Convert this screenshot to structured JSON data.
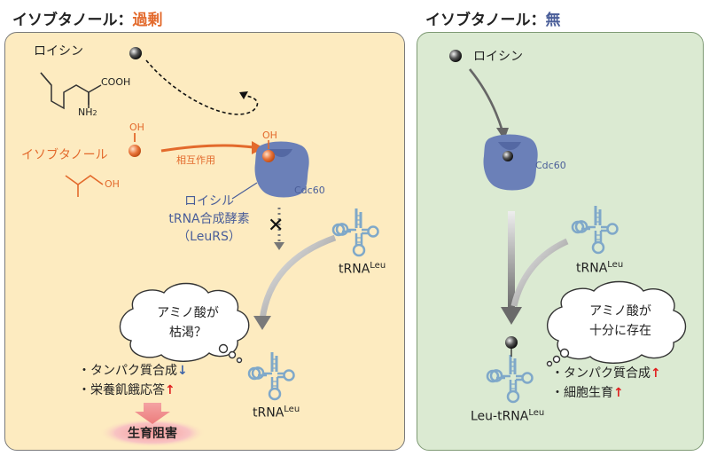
{
  "titles": {
    "left_prefix": "イソブタノール：",
    "left_state": "過剰",
    "right_prefix": "イソブタノール：",
    "right_state": "無"
  },
  "left": {
    "leucine_label": "ロイシン",
    "cooh": "COOH",
    "nh2": "NH",
    "nh2_sub": "2",
    "isobutanol_label": "イソブタノール",
    "oh_top": "OH",
    "oh_mol": "OH",
    "oh_enzyme": "OH",
    "interaction": "相互作用",
    "cdc60": "Cdc60",
    "enzyme_line1": "ロイシル",
    "enzyme_line2": "tRNA合成酵素",
    "enzyme_line3": "（LeuRS）",
    "block_mark": "✕",
    "trna_top": "tRNA",
    "trna_top_sup": "Leu",
    "trna_bottom": "tRNA",
    "trna_bottom_sup": "Leu",
    "thought_line1": "アミノ酸が",
    "thought_line2": "枯渇？",
    "bullet1": "・タンパク質合成",
    "bullet1_arrow": "↓",
    "bullet2": "・栄養飢餓応答",
    "bullet2_arrow": "↑",
    "result": "生育阻害"
  },
  "right": {
    "leucine_label": "ロイシン",
    "cdc60": "Cdc60",
    "trna_top": "tRNA",
    "trna_top_sup": "Leu",
    "trna_bottom": "Leu-tRNA",
    "trna_bottom_sup": "Leu",
    "thought_line1": "アミノ酸が",
    "thought_line2": "十分に存在",
    "bullet1": "・タンパク質合成",
    "bullet1_arrow": "↑",
    "bullet2": "・細胞生育",
    "bullet2_arrow": "↑"
  },
  "colors": {
    "left_panel": "#fdebc0",
    "right_panel": "#dbead2",
    "enzyme": "#6b80b8",
    "isobutanol": "#e36a2c",
    "trna": "#7fa8c9",
    "decrease_arrow": "#3e64a8",
    "increase_arrow": "#e02020"
  }
}
